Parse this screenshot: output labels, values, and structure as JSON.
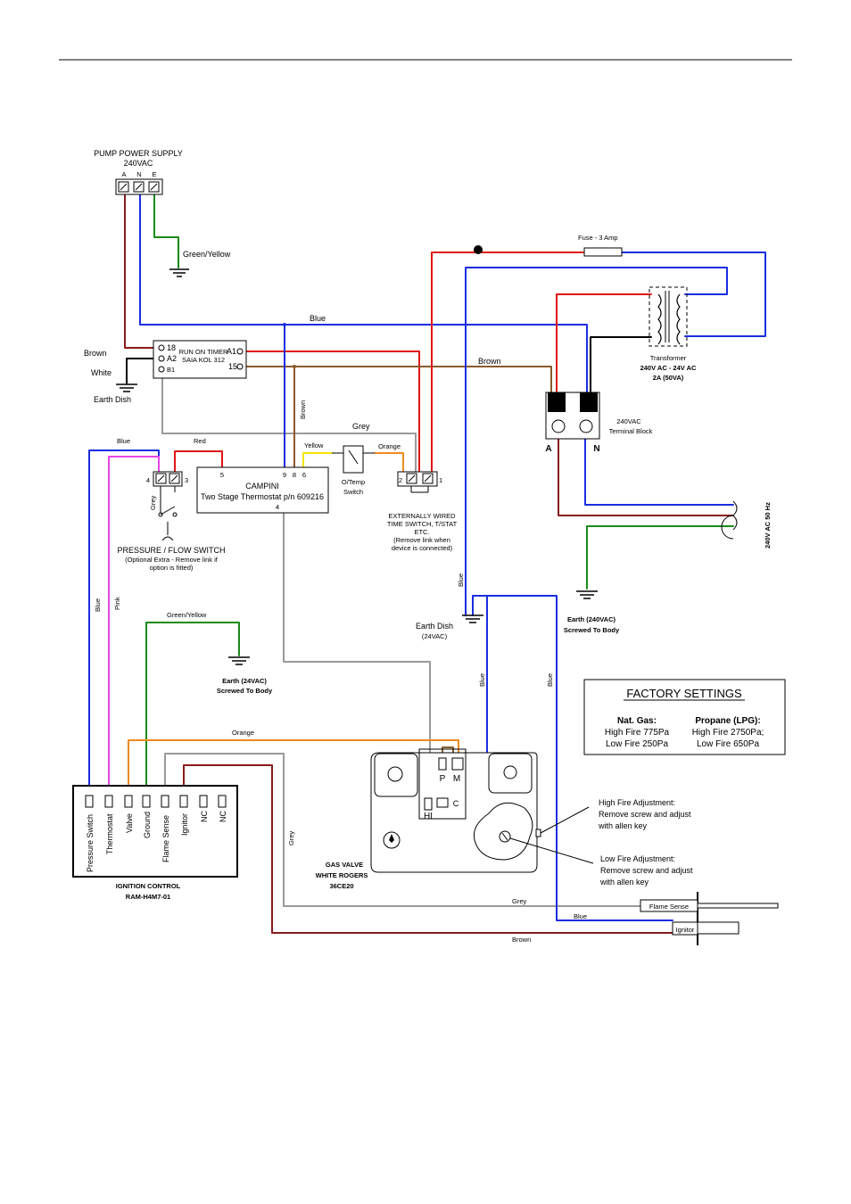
{
  "colors": {
    "blue": "#1a2ee0",
    "red": "#e01414",
    "brown": "#8b1a1a",
    "brown_light": "#8b5a2b",
    "green": "#1a8a1a",
    "grey": "#9a9a9a",
    "yellow": "#f2e600",
    "orange": "#f08a1e",
    "pink": "#e646e6",
    "black": "#000000"
  },
  "pump_supply": {
    "title": "PUMP POWER SUPPLY",
    "voltage": "240VAC",
    "terminals": [
      "A",
      "N",
      "E"
    ],
    "earth_label": "Green/Yellow"
  },
  "run_on_timer": {
    "left_terminals": [
      "18",
      "A2",
      "B1"
    ],
    "name": "RUN ON TIMER",
    "model": "SAIA KOL 312",
    "right_terminals": [
      "A1",
      "15"
    ]
  },
  "left_labels": {
    "brown": "Brown",
    "white": "White",
    "earth_dish": "Earth Dish"
  },
  "wires": {
    "blue_top": "Blue",
    "brown_mid": "Brown",
    "brown_vert": "Brown",
    "grey_top": "Grey",
    "yellow": "Yellow",
    "orange": "Orange",
    "red": "Red",
    "blue_left": "Blue",
    "blue_v1": "Blue",
    "pink_v": "Pink",
    "green_yellow": "Green/Yellow",
    "orange_low": "Orange",
    "grey_v": "Grey",
    "blue_mid": "Blue",
    "blue_right": "Blue",
    "blue_mid2": "Blue",
    "grey_bottom": "Grey",
    "blue_bottom": "Blue",
    "brown_bottom": "Brown"
  },
  "fuse": {
    "label": "Fuse - 3 Amp"
  },
  "transformer": {
    "name": "Transformer",
    "rating": "240V AC - 24V AC",
    "current": "2A (50VA)"
  },
  "terminal_block": {
    "name": "240VAC",
    "name2": "Terminal Block",
    "a": "A",
    "n": "N"
  },
  "supply": {
    "label": "240V AC 50 Hz"
  },
  "earth_240": {
    "line1": "Earth (240VAC)",
    "line2": "Screwed To Body"
  },
  "thermostat": {
    "brand": "CAMPINI",
    "desc": "Two Stage Thermostat p/n 609216",
    "terminals": [
      "5",
      "9",
      "8",
      "6"
    ],
    "bottom_terminal": "4"
  },
  "otemp": {
    "line1": "O/Temp",
    "line2": "Switch"
  },
  "ext_switch": {
    "line1": "EXTERNALLY WIRED",
    "line2": "TIME SWITCH, T/STAT",
    "line3": "ETC.",
    "line4": "(Remove link when",
    "line5": "device is connected)",
    "terminals": [
      "2",
      "1"
    ]
  },
  "pressure_switch": {
    "terminals": [
      "4",
      "3"
    ],
    "wire": "Grey",
    "title": "PRESSURE / FLOW SWITCH",
    "note1": "(Optional Extra - Remove link if",
    "note2": "option is fitted)"
  },
  "earth_dish_24": {
    "line1": "Earth Dish",
    "line2": "(24VAC)"
  },
  "earth_24": {
    "line1": "Earth (24VAC)",
    "line2": "Screwed To Body"
  },
  "factory": {
    "title": "FACTORY SETTINGS",
    "col1_head": "Nat. Gas:",
    "col1_l1": "High Fire 775Pa",
    "col1_l2": "Low Fire 250Pa",
    "col2_head": "Propane (LPG):",
    "col2_l1": "High Fire 2750Pa;",
    "col2_l2": "Low Fire 650Pa"
  },
  "ignition": {
    "terminals": [
      "Pressure Switch",
      "Thermostat",
      "Valve",
      "Ground",
      "Flame Sense",
      "Ignitor",
      "NC",
      "NC"
    ],
    "title": "IGNITION CONTROL",
    "model": "RAM-H4M7-01"
  },
  "gas_valve": {
    "line1": "GAS VALVE",
    "line2": "WHITE ROGERS",
    "line3": "36CE20",
    "p": "P",
    "m": "M",
    "hi": "HI",
    "c": "C"
  },
  "high_fire": {
    "line1": "High Fire Adjustment:",
    "line2": "Remove screw and adjust",
    "line3": "with allen key"
  },
  "low_fire": {
    "line1": "Low Fire Adjustment:",
    "line2": "Remove screw and adjust",
    "line3": "with allen key"
  },
  "probes": {
    "flame_sense": "Flame Sense",
    "ignitor": "Ignitor"
  }
}
